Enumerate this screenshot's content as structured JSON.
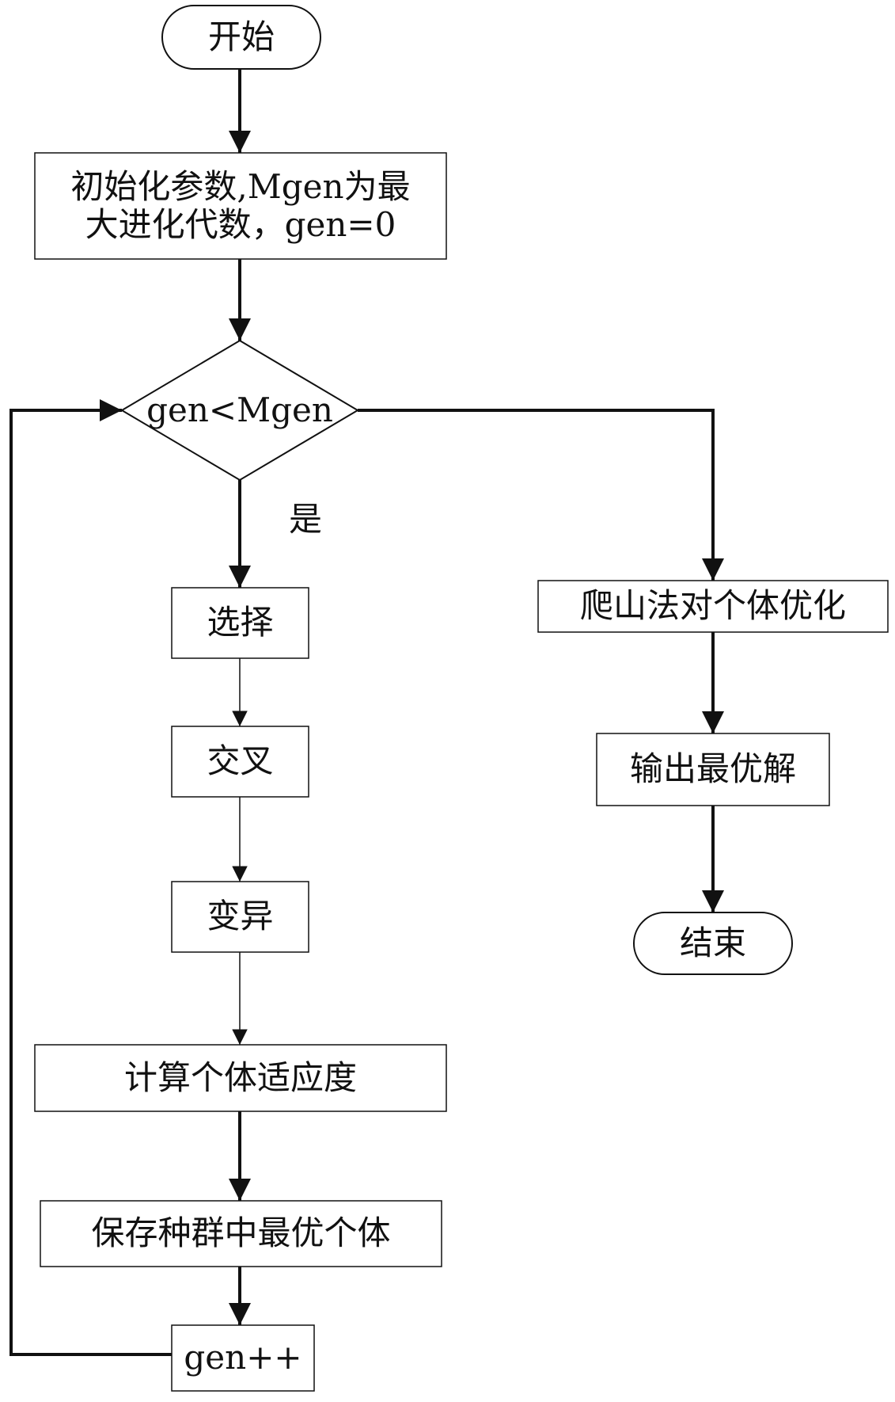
{
  "flowchart": {
    "start": "开始",
    "init_line1": "初始化参数,Mgen为最",
    "init_line2": "大进化代数，gen=0",
    "condition": "gen<Mgen",
    "yes_label": "是",
    "select": "选择",
    "crossover": "交叉",
    "mutation": "变异",
    "fitness": "计算个体适应度",
    "save_best": "保存种群中最优个体",
    "increment": "gen++",
    "hill_climb": "爬山法对个体优化",
    "output": "输出最优解",
    "end": "结束"
  }
}
